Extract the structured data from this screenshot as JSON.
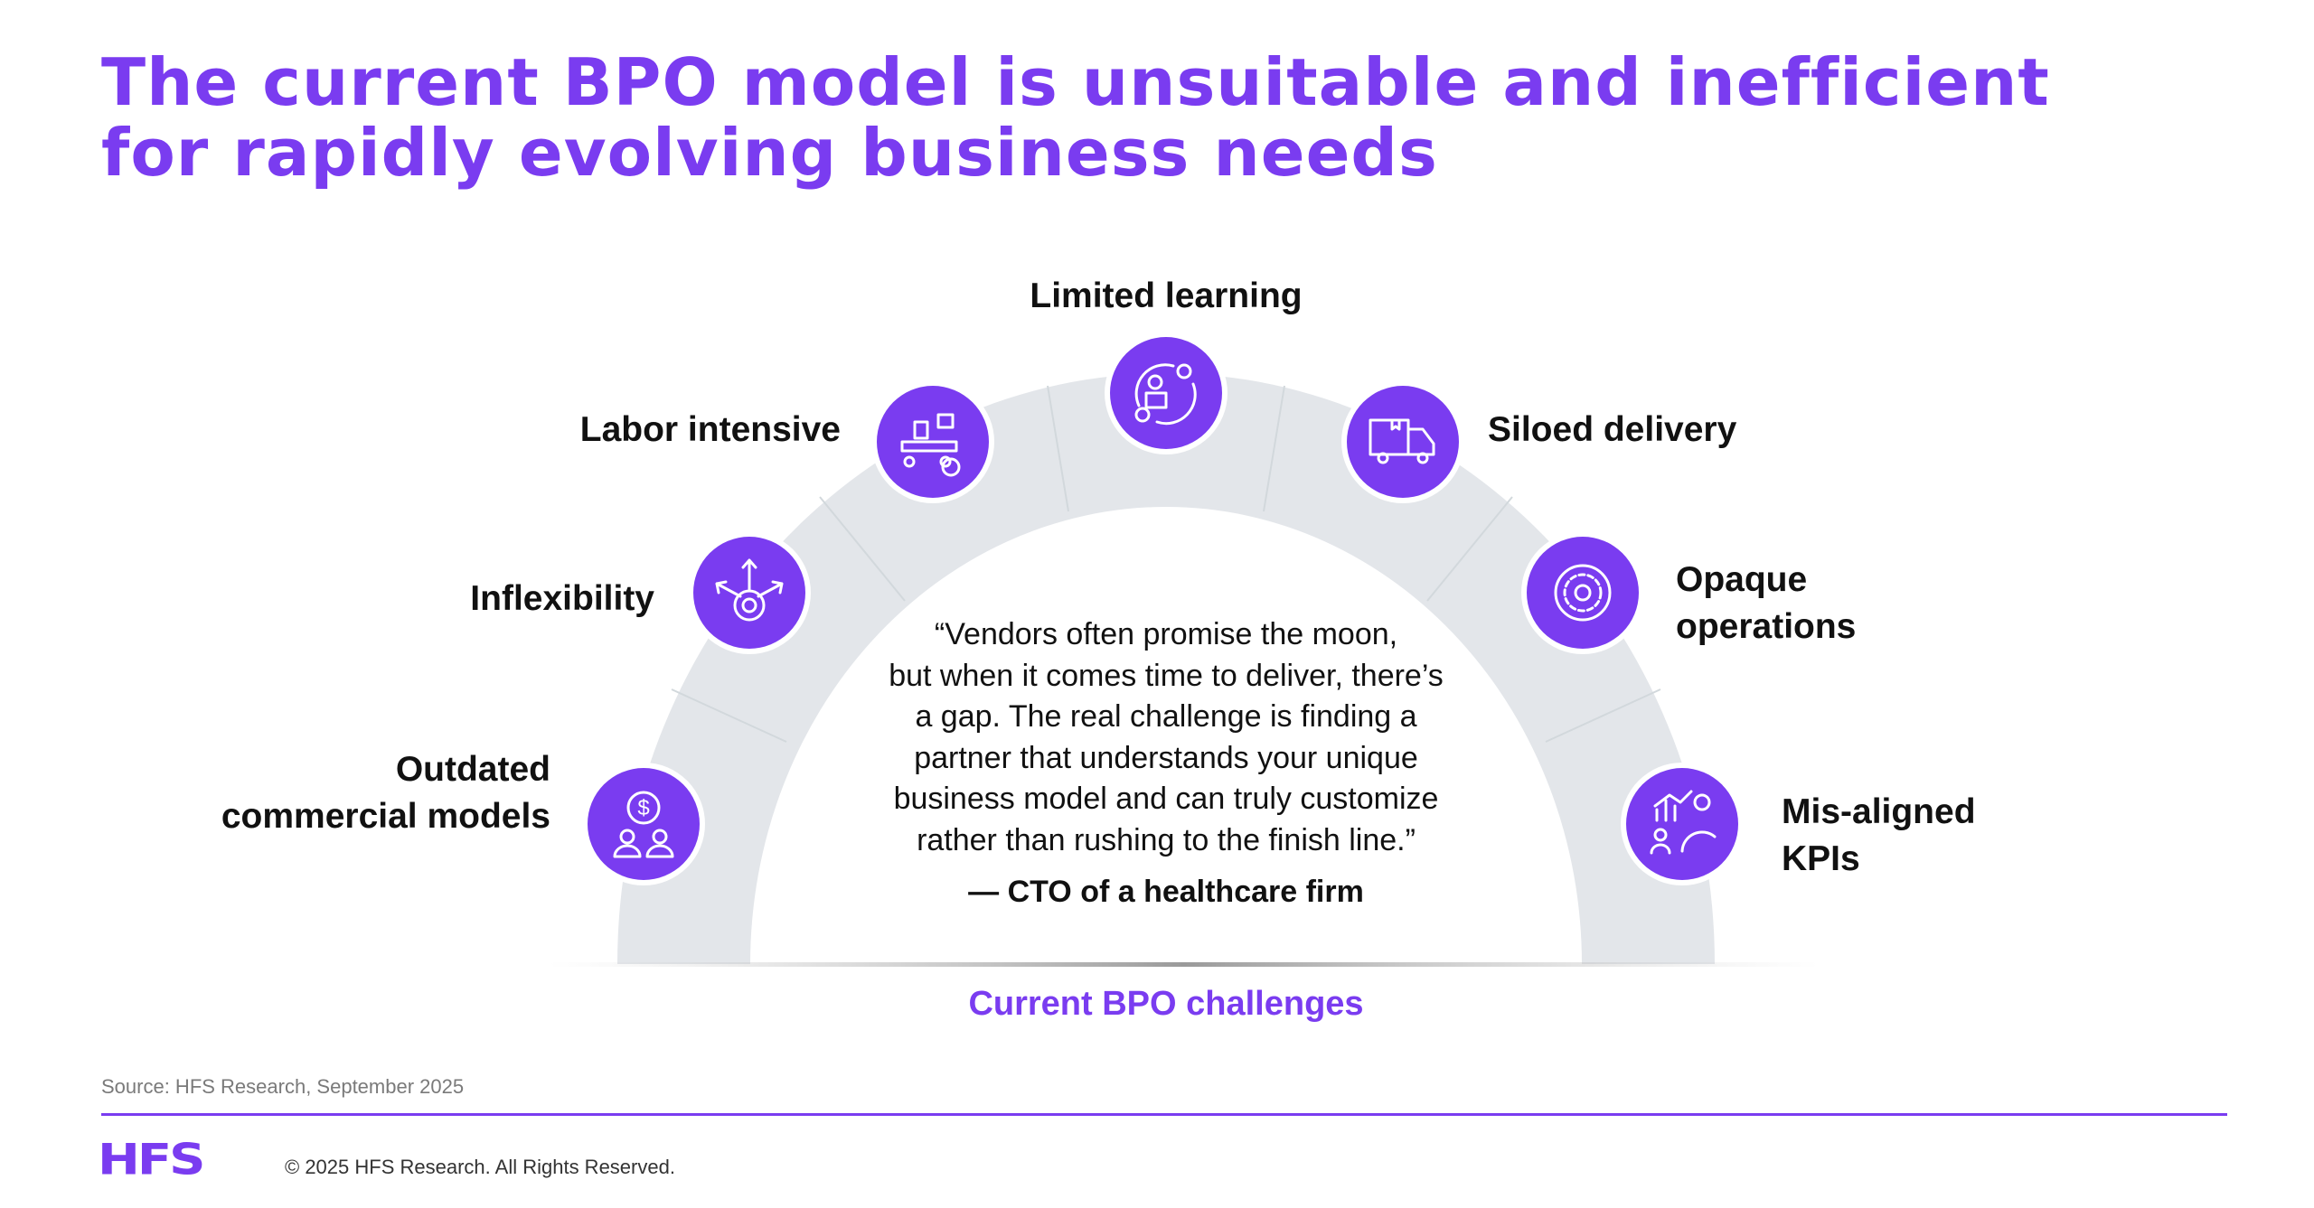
{
  "title": {
    "line1": "The current BPO model is unsuitable and inefficient",
    "line2": "for rapidly evolving business needs"
  },
  "colors": {
    "accent": "#7A3CF0",
    "arch": "#E3E6EA",
    "text": "#111111"
  },
  "challenges": [
    {
      "label_lines": [
        "Outdated",
        "commercial models"
      ],
      "icon": "dollar-people-icon"
    },
    {
      "label_lines": [
        "Inflexibility"
      ],
      "icon": "gear-arrows-icon"
    },
    {
      "label_lines": [
        "Labor intensive"
      ],
      "icon": "conveyor-worker-icon"
    },
    {
      "label_lines": [
        "Limited learning"
      ],
      "icon": "learning-cycle-icon"
    },
    {
      "label_lines": [
        "Siloed delivery"
      ],
      "icon": "delivery-truck-icon"
    },
    {
      "label_lines": [
        "Opaque",
        "operations"
      ],
      "icon": "gear-cycle-icon"
    },
    {
      "label_lines": [
        "Mis-aligned",
        "KPIs"
      ],
      "icon": "kpi-chart-icon"
    }
  ],
  "quote": {
    "lines": [
      "“Vendors often promise the moon,",
      "but when it comes time to deliver, there’s",
      "a gap. The real challenge is finding a",
      "partner that understands your unique",
      "business model and can truly customize",
      "rather than rushing to the finish line.”"
    ],
    "attribution": "— CTO of a healthcare firm"
  },
  "caption": "Current BPO challenges",
  "footer": {
    "source": "Source: HFS Research, September 2025",
    "logo": "HFS",
    "copyright": "© 2025 HFS Research. All Rights Reserved."
  }
}
